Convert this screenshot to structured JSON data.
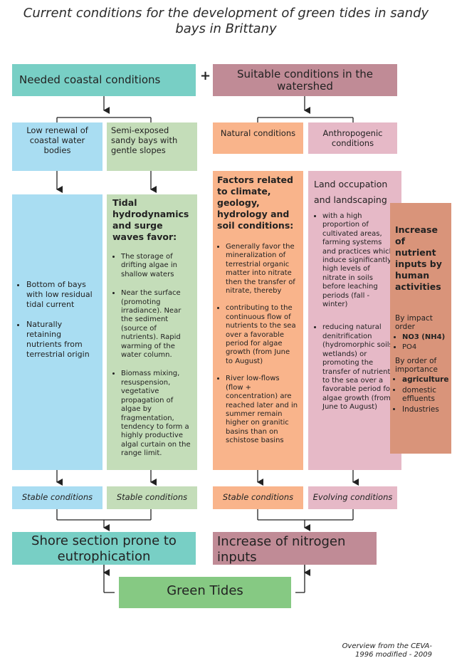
{
  "title": {
    "line1": "Current conditions for the development of green tides in sandy",
    "line2": "bays in Brittany"
  },
  "plus_sign": "+",
  "coastal": {
    "header": "Needed coastal conditions",
    "box1_label": "Low renewal of coastal water bodies",
    "box2_label": "Semi-exposed sandy bays with gentle slopes",
    "box1_items": [
      "Bottom of bays with low residual tidal current",
      "Naturally retaining nutrients from terrestrial origin"
    ],
    "box2_heading": "Tidal hydrodynamics and surge waves favor:",
    "box2_items": [
      "The storage of drifting algae in shallow waters",
      "Near the surface (promoting irradiance). Near the sediment (source of nutrients). Rapid warming of the water column.",
      "Biomass mixing, resuspension, vegetative propagation of algae by fragmentation, tendency to form a highly productive algal curtain on the range limit."
    ],
    "status1": "Stable conditions",
    "status2": "Stable conditions",
    "result": "Shore section prone to eutrophication"
  },
  "watershed": {
    "header": "Suitable conditions in the watershed",
    "box3_label": "Natural conditions",
    "box4_label": "Anthropogenic conditions",
    "box3_heading": "Factors related to climate, geology, hydrology and soil conditions:",
    "box3_items": [
      "Generally favor the mineralization of terrestrial organic matter into nitrate then the transfer of nitrate, thereby",
      "contributing to the continuous flow of nutrients to the sea over a favorable period for algae growth (from June to August)",
      "River low-flows (flow + concentration) are reached later and in summer remain higher on granitic basins than on schistose basins"
    ],
    "box4_heading": "Land occupation and landscaping",
    "box4_items": [
      "with a high proportion of cultivated areas, farming systems and practices which induce significantly high levels of nitrate in soils before leaching periods (fall - winter)",
      "reducing natural denitrification (hydromorphic soils, wetlands) or promoting the transfer of nutrients to the sea over a favorable period for algae growth (from June to August)"
    ],
    "status3": "Stable conditions",
    "status4": "Evolving conditions",
    "result": "Increase of nitrogen inputs"
  },
  "human_inputs": {
    "heading": "Increase of nutrient inputs by human activities",
    "by_impact_label": "By impact order",
    "impact_items": [
      "NO3 (NH4)",
      "PO4"
    ],
    "by_importance_label": "By order of importance",
    "importance_items": [
      "agriculture",
      "domestic effluents",
      "Industries"
    ]
  },
  "final": "Green Tides",
  "credit": {
    "line1": "Overview from the CEVA-",
    "line2": "1996 modified - 2009"
  },
  "colors": {
    "teal": "#78cfc5",
    "mauve": "#c08b96",
    "light_blue": "#a9ddf2",
    "light_green": "#c4ddb9",
    "orange": "#f9b48b",
    "pink": "#e6b9c7",
    "green": "#86c983",
    "brown": "#d9947a"
  }
}
